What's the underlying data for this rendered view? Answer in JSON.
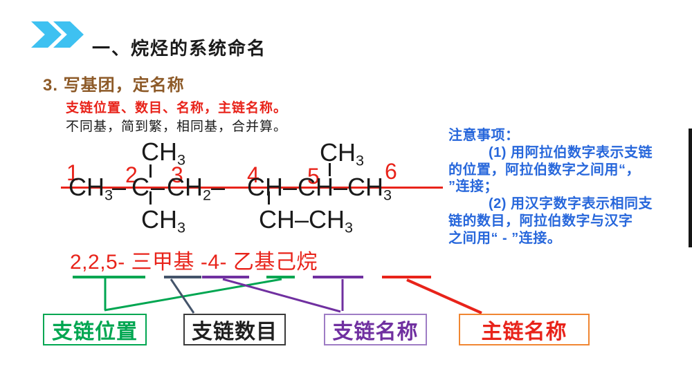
{
  "header": {
    "title": "一、烷烃的系统命名",
    "chevron_icon_color": "#3ec1f1"
  },
  "section": {
    "heading": "3. 写基团，定名称",
    "rule_red": "支链位置、数目、名称，主链名称。",
    "rule_black": "不同基，简到繁，相同基，合并算。"
  },
  "molecule": {
    "numbers": [
      "1",
      "2",
      "3",
      "4",
      "5",
      "6"
    ],
    "bond_dash": "–",
    "main_chain_atoms": [
      {
        "t": "CH",
        "s": "3"
      },
      {
        "t": "C",
        "s": ""
      },
      {
        "t": "CH",
        "s": "2"
      },
      {
        "t": "CH",
        "s": ""
      },
      {
        "t": "CH",
        "s": ""
      },
      {
        "t": "CH",
        "s": "3"
      }
    ],
    "branch_top_left": {
      "t": "CH",
      "s": "3"
    },
    "branch_top_right": {
      "t": "CH",
      "s": "3"
    },
    "branch_bottom_left": {
      "t": "CH",
      "s": "3"
    },
    "branch_bottom_right": {
      "t": "CH–CH",
      "s": "3"
    }
  },
  "notes": {
    "lines": [
      "注意事项：",
      "(1) 用阿拉伯数字表示支链",
      "的位置，阿拉伯数字之间用“，",
      "”连接；",
      "(2) 用汉字数字表示相同支",
      "链的数目，阿拉伯数字与汉字",
      "之间用“ - ”连接。"
    ]
  },
  "name_line": {
    "text": "2,2,5- 三甲基 -4- 乙基己烷"
  },
  "legend": {
    "boxes": [
      {
        "label": "支链位置",
        "color": "#00a651"
      },
      {
        "label": "支链数目",
        "color": "#1f1f1f"
      },
      {
        "label": "支链名称",
        "color": "#7030a0"
      },
      {
        "label": "主链名称",
        "color": "#e8231a"
      }
    ]
  },
  "colors": {
    "chevron_blue": "#3ec1f1",
    "heading_brown": "#8d5a28",
    "accent_red": "#e8231a",
    "note_blue": "#2767db",
    "green": "#00a651",
    "slate_gray": "#44546a",
    "purple": "#7030a0",
    "orange_border": "#f08632"
  }
}
